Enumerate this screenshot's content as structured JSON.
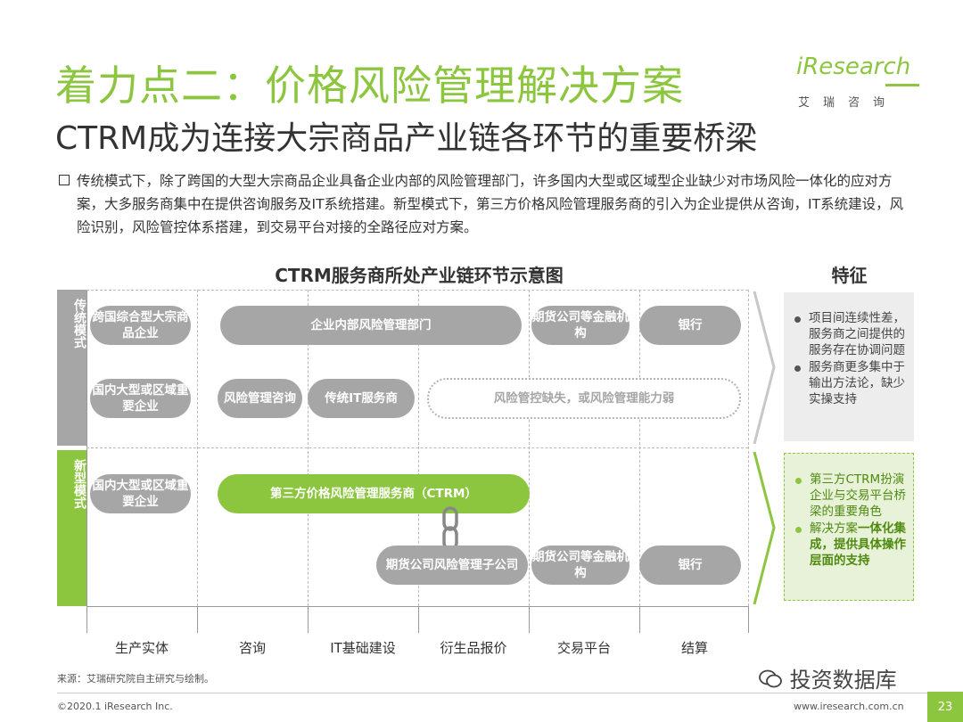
{
  "title": "着力点二：价格风险管理解决方案",
  "subtitle": "CTRM成为连接大宗商品产业链各环节的重要桥梁",
  "logo": {
    "text": "iResearch",
    "cn": "艾瑞咨询"
  },
  "bullet": "传统模式下，除了跨国的大型大宗商品企业具备企业内部的风险管理部门，许多国内大型或区域型企业缺少对市场风险一体化的应对方案，大多服务商集中在提供咨询服务及IT系统搭建。新型模式下，第三方价格风险管理服务商的引入为企业提供从咨询，IT系统建设，风险识别，风险管控体系搭建，到交易平台对接的全路径应对方案。",
  "diagram_title": "CTRM服务商所处产业链环节示意图",
  "feature_title": "特征",
  "modes": {
    "traditional": "传统模式",
    "new": "新型模式"
  },
  "nodes": {
    "trad_row1": [
      "跨国综合型大宗商品企业",
      "企业内部风险管理部门",
      "期货公司等金融机构",
      "银行"
    ],
    "trad_row2": [
      "国内大型或区域重要企业",
      "风险管理咨询",
      "传统IT服务商",
      "风险管控缺失，或风险管理能力弱"
    ],
    "new_row1": [
      "国内大型或区域重要企业",
      "第三方价格风险管理服务商（CTRM）"
    ],
    "new_row2": [
      "期货公司风险管理子公司",
      "期货公司等金融机构",
      "银行"
    ]
  },
  "features": {
    "traditional": [
      "项目间连续性差，服务商之间提供的服务存在协调问题",
      "服务商更多集中于输出方法论，缺少实操支持"
    ],
    "new_part1": "第三方CTRM扮演企业与交易平台桥梁的重要角色",
    "new_part2_a": "解决方案",
    "new_part2_b": "一体化集成，提供具体操作层面的支持"
  },
  "axis": [
    "生产实体",
    "咨询",
    "IT基础建设",
    "衍生品报价",
    "交易平台",
    "结算"
  ],
  "source": "来源：艾瑞研究院自主研究与绘制。",
  "copyright": "©2020.1 iResearch Inc.",
  "url": "www.iresearch.com.cn",
  "page": "23",
  "watermark": "投资数据库",
  "colors": {
    "accent": "#8cc63f",
    "grey": "#a6a6a6"
  }
}
